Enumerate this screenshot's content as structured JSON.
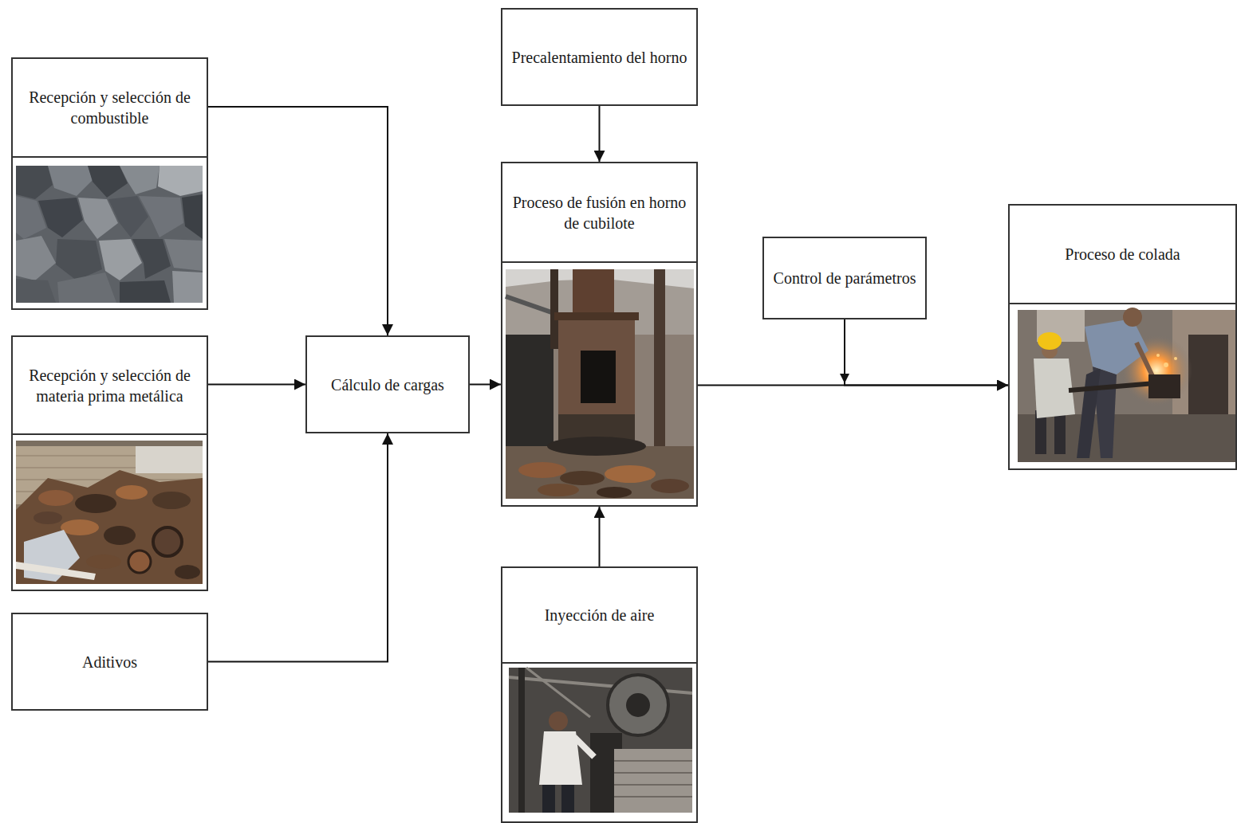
{
  "diagram": {
    "nodes": [
      {
        "text": [
          "Recepción y selección de combustible"
        ]
      },
      {
        "text": [
          "Recepción y selección de materia prima metálica"
        ]
      },
      {
        "text": [
          "Aditivos"
        ]
      },
      {
        "text": [
          "Cálculo de cargas"
        ]
      },
      {
        "text": [
          "Precalentamiento del horno"
        ]
      },
      {
        "text": [
          "Proceso de fusión en horno de cubilote"
        ]
      },
      {
        "text": [
          "Inyección de aire"
        ]
      },
      {
        "text": [
          "Control de parámetros"
        ]
      },
      {
        "text": [
          "Proceso de colada"
        ]
      }
    ],
    "edges": [
      {
        "from": 0,
        "to": 3,
        "arrow": "to"
      },
      {
        "from": 1,
        "to": 3,
        "arrow": "to"
      },
      {
        "from": 2,
        "to": 3,
        "arrow": "to"
      },
      {
        "from": 3,
        "to": 5,
        "arrow": "to"
      },
      {
        "from": 4,
        "to": 5,
        "arrow": "to"
      },
      {
        "from": 6,
        "to": 5,
        "arrow": "to"
      },
      {
        "from": 5,
        "to": 8,
        "arrow": "to"
      },
      {
        "from": 7,
        "to": 8,
        "arrow": "to"
      }
    ]
  }
}
